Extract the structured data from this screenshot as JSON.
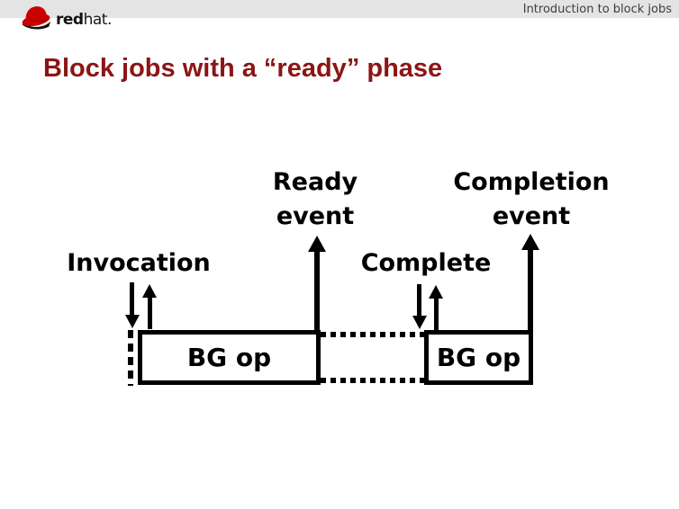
{
  "header": {
    "bar_text": "Introduction to block jobs",
    "bar_bg": "#e4e4e4",
    "logo_red": "red",
    "logo_hat": "hat.",
    "logo_color": "#cc0000"
  },
  "title": {
    "text": "Block jobs with a “ready” phase",
    "color": "#8c1515"
  },
  "diagram": {
    "line_color": "#000000",
    "labels": {
      "invocation": "Invocation",
      "ready_event": "Ready\nevent",
      "complete": "Complete",
      "completion_event": "Completion\nevent"
    },
    "boxes": [
      {
        "label": "BG op"
      },
      {
        "label": "BG op"
      }
    ]
  }
}
